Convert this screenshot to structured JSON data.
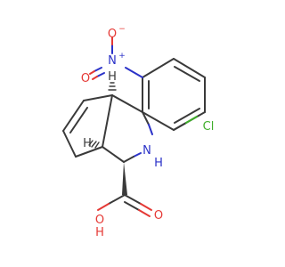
{
  "atoms": {
    "nitro_n": "N",
    "nitro_n_charge": "+",
    "nitro_o_top": "O",
    "nitro_o_left": "O",
    "nitro_o_charge": "−",
    "chloro": "Cl",
    "amine_n": "N",
    "amine_h": "H",
    "acid_o_double": "O",
    "acid_oh_o": "O",
    "acid_oh_h": "H",
    "stereo_h_top": "H",
    "stereo_h_mid": "H"
  },
  "colors": {
    "bond": "#3a3a3a",
    "oxygen": "#e53935",
    "nitrogen": "#2b32c8",
    "chlorine": "#3fae2a"
  }
}
